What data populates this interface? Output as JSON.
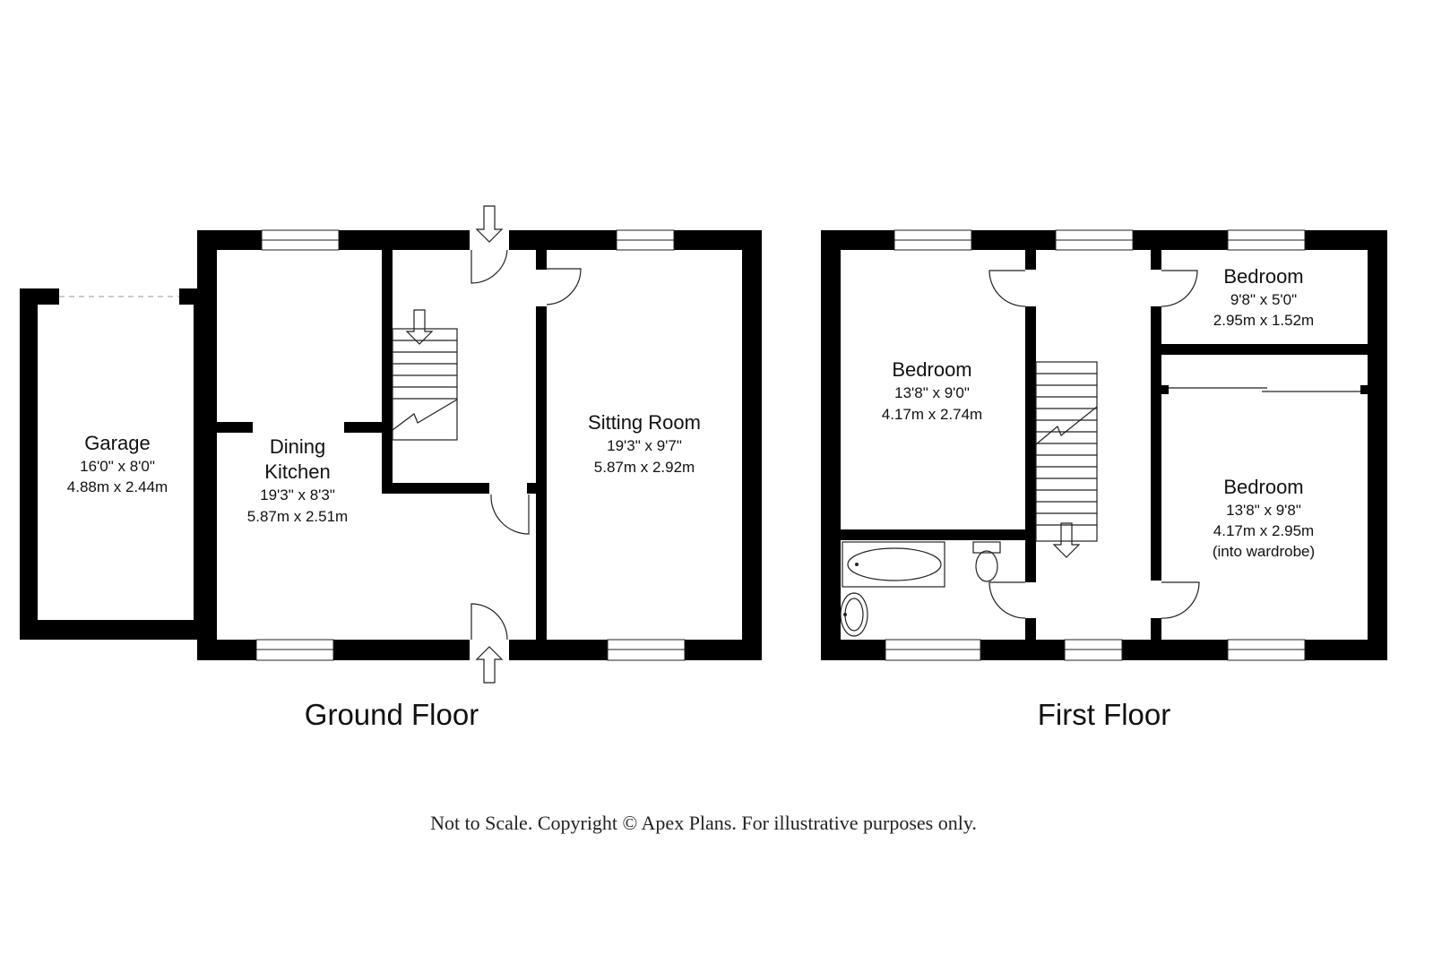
{
  "ground_floor": {
    "label": "Ground Floor",
    "rooms": {
      "garage": {
        "name": "Garage",
        "imperial": "16'0\" x 8'0\"",
        "metric": "4.88m x 2.44m"
      },
      "dining_kitchen": {
        "name_line1": "Dining",
        "name_line2": "Kitchen",
        "imperial": "19'3\" x 8'3\"",
        "metric": "5.87m x 2.51m"
      },
      "sitting_room": {
        "name": "Sitting Room",
        "imperial": "19'3\" x 9'7\"",
        "metric": "5.87m x 2.92m"
      }
    }
  },
  "first_floor": {
    "label": "First Floor",
    "rooms": {
      "bedroom_left": {
        "name": "Bedroom",
        "imperial": "13'8\" x 9'0\"",
        "metric": "4.17m x 2.74m"
      },
      "bedroom_small": {
        "name": "Bedroom",
        "imperial": "9'8\" x 5'0\"",
        "metric": "2.95m x 1.52m"
      },
      "bedroom_right": {
        "name": "Bedroom",
        "imperial": "13'8\" x 9'8\"",
        "metric": "4.17m x 2.95m",
        "note": "(into wardrobe)"
      }
    }
  },
  "footer": "Not to Scale. Copyright © Apex Plans. For illustrative purposes only."
}
